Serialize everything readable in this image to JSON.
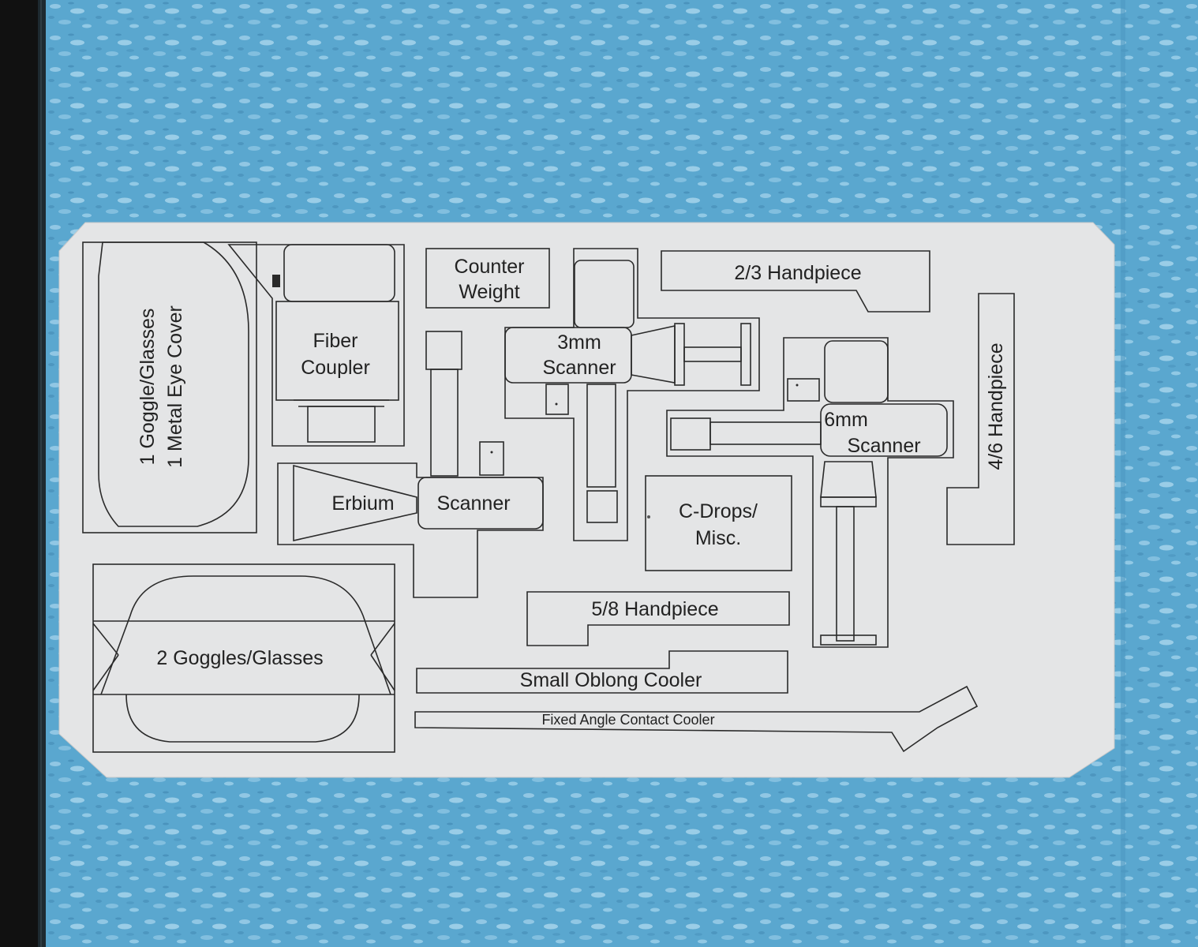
{
  "colors": {
    "foam": "#5aa7cf",
    "foam_light": "#9fd0ea",
    "foam_dark": "#3f86b0",
    "frame": "#111111",
    "sheet": "#e4e5e6",
    "ink": "#2a2a2a"
  },
  "labels": {
    "goggle_eye_cover_line1": "1 Goggle/Glasses",
    "goggle_eye_cover_line2": "1 Metal Eye Cover",
    "fiber_coupler_line1": "Fiber",
    "fiber_coupler_line2": "Coupler",
    "counter_weight_line1": "Counter",
    "counter_weight_line2": "Weight",
    "scanner_3mm_line1": "3mm",
    "scanner_3mm_line2": "Scanner",
    "handpiece_2_3": "2/3 Handpiece",
    "handpiece_4_6": "4/6 Handpiece",
    "scanner_6mm_line1": "6mm",
    "scanner_6mm_line2": "Scanner",
    "erbium": "Erbium",
    "scanner": "Scanner",
    "c_drops_line1": "C-Drops/",
    "c_drops_line2": "Misc.",
    "handpiece_5_8": "5/8 Handpiece",
    "goggles_2": "2 Goggles/Glasses",
    "small_oblong_cooler": "Small Oblong Cooler",
    "fixed_angle_contact_cooler": "Fixed Angle Contact Cooler"
  }
}
